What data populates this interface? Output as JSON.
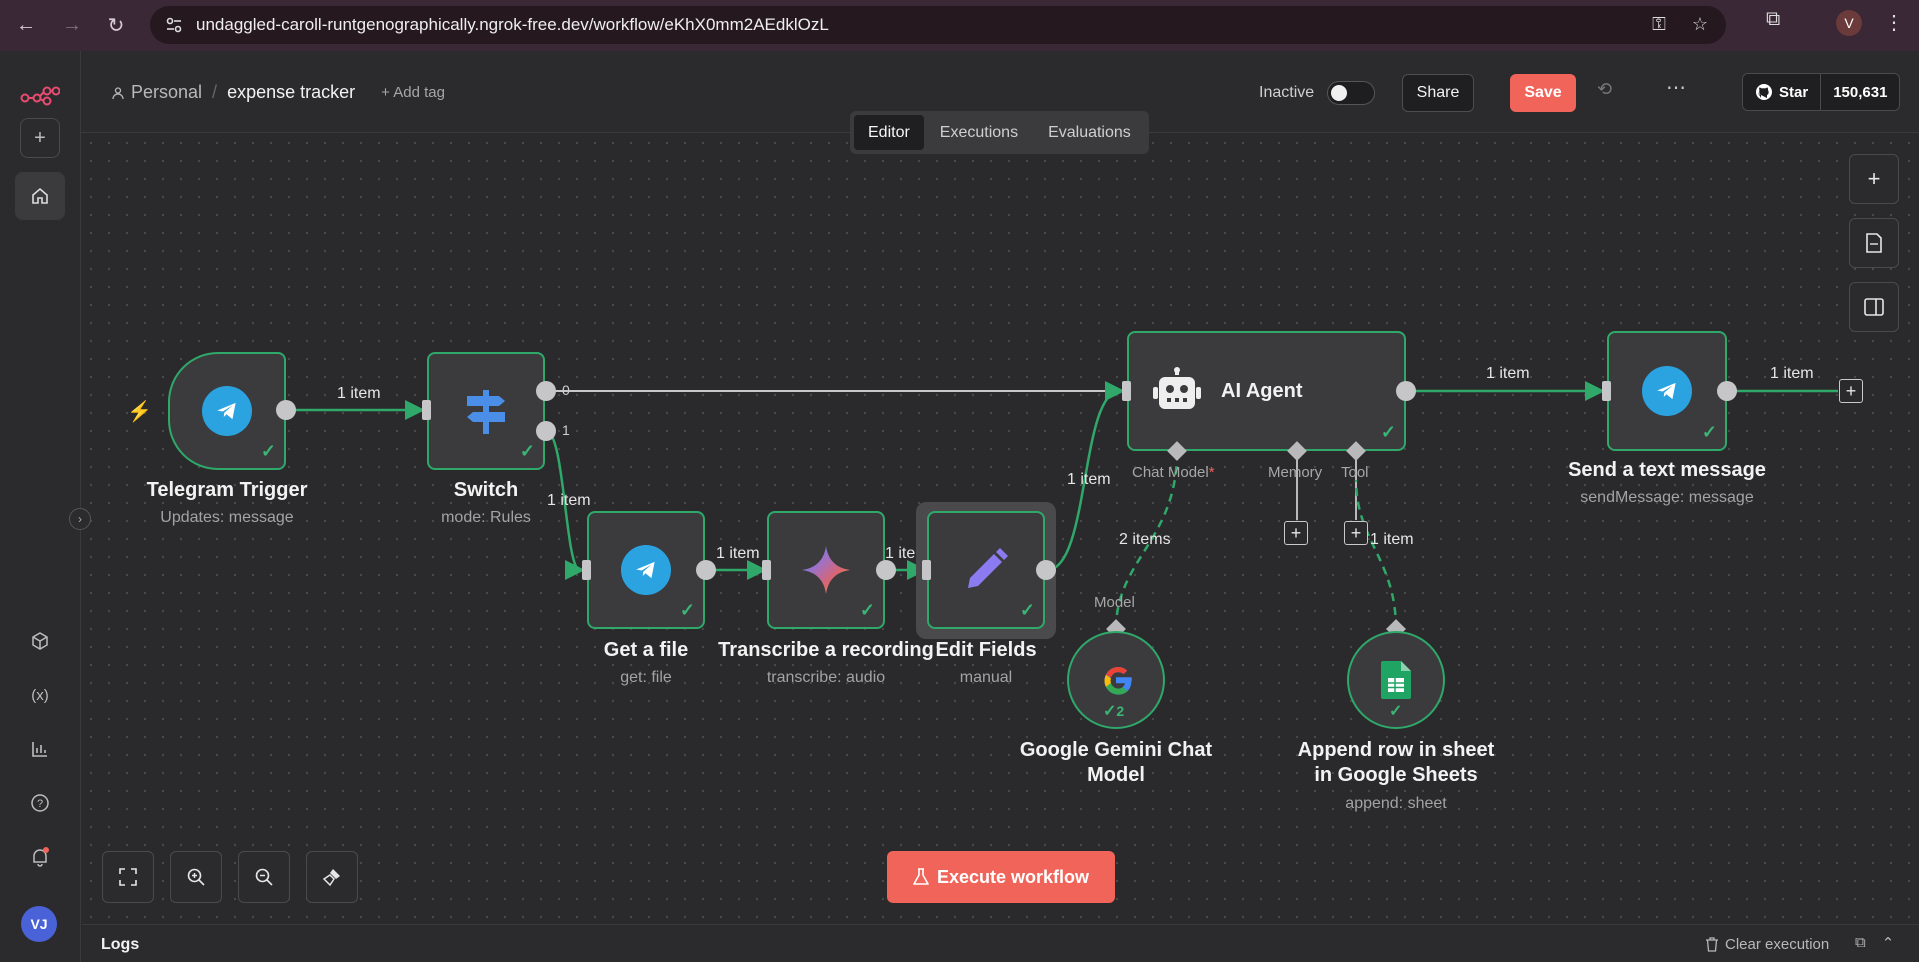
{
  "browser": {
    "url": "undaggled-caroll-runtgenographically.ngrok-free.dev/workflow/eKhX0mm2AEdklOzL",
    "profile_initial": "V"
  },
  "header": {
    "project": "Personal",
    "workflow_name": "expense tracker",
    "add_tag": "+ Add tag",
    "active_state_label": "Inactive",
    "share_label": "Share",
    "save_label": "Save",
    "github_star_label": "Star",
    "github_star_count": "150,631"
  },
  "tabs": [
    {
      "label": "Editor",
      "active": true
    },
    {
      "label": "Executions",
      "active": false
    },
    {
      "label": "Evaluations",
      "active": false
    }
  ],
  "sidebar": {
    "user_initials": "VJ"
  },
  "nodes": {
    "telegram_trigger": {
      "title": "Telegram Trigger",
      "subtitle": "Updates: message"
    },
    "switch": {
      "title": "Switch",
      "subtitle": "mode: Rules",
      "output_0": "0",
      "output_1": "1"
    },
    "get_file": {
      "title": "Get a file",
      "subtitle": "get: file"
    },
    "transcribe": {
      "title": "Transcribe a recording",
      "subtitle": "transcribe: audio"
    },
    "edit_fields": {
      "title": "Edit Fields",
      "subtitle": "manual"
    },
    "ai_agent": {
      "title": "AI Agent",
      "port_chat_model": "Chat Model",
      "port_required_mark": "*",
      "port_memory": "Memory",
      "port_tool": "Tool"
    },
    "gemini": {
      "title_line1": "Google Gemini Chat",
      "title_line2": "Model",
      "port_label": "Model",
      "run_count": "2"
    },
    "sheets": {
      "title_line1": "Append row in sheet",
      "title_line2": "in Google Sheets",
      "subtitle": "append: sheet"
    },
    "send_message": {
      "title": "Send a text message",
      "subtitle": "sendMessage: message"
    }
  },
  "edges": {
    "trigger_to_switch": "1 item",
    "switch_to_getfile": "1 item",
    "getfile_to_transcribe": "1 item",
    "transcribe_to_edit": "1 item",
    "edit_to_agent": "1 item",
    "agent_to_send": "1 item",
    "send_out": "1 item",
    "gemini_to_agent": "2 items",
    "sheets_to_agent": "1 item"
  },
  "execute_label": "Execute workflow",
  "logs": {
    "label": "Logs",
    "clear_label": "Clear execution"
  },
  "colors": {
    "accent": "#f0645a",
    "success": "#2fa86a",
    "telegram": "#2aa3e0",
    "switch_icon": "#4a8ee8",
    "edit_icon": "#8a7cf0",
    "sheets": "#1fa463"
  }
}
